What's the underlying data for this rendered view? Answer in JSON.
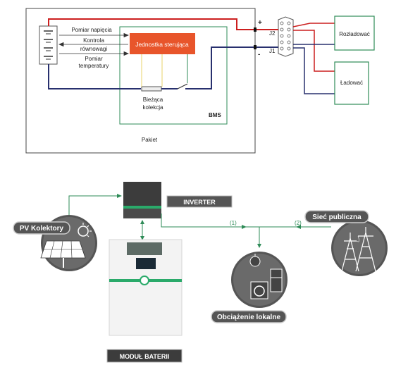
{
  "bms": {
    "pomiar_napiecia": "Pomiar  napięcia",
    "kontrola": "Kontrola",
    "rownowagi": "równowagi",
    "pomiar": "Pomiar",
    "temperatury": "temperatury",
    "jednostka": "Jednostka sterująca",
    "biezaca": "Bieżąca",
    "kolekcja": "kolekcja",
    "bms_label": "BMS",
    "pakiet": "Pakiet",
    "plus": "+",
    "minus": "-",
    "j2": "J2",
    "j1": "J1",
    "rozladowac": "Rozładować",
    "ladowac": "Ładować"
  },
  "system": {
    "inverter": "INVERTER",
    "pv": "PV Kolektory",
    "siec": "Sieć publiczna",
    "obciazenie": "Obciążenie lokalne",
    "modul": "MODUŁ BATERII",
    "flow1": "(1)",
    "flow2": "(2)"
  },
  "colors": {
    "red": "#cc1f1f",
    "navy": "#28306e",
    "green": "#2e8b57",
    "orange": "#e8552b",
    "gray": "#6a6a6a"
  }
}
